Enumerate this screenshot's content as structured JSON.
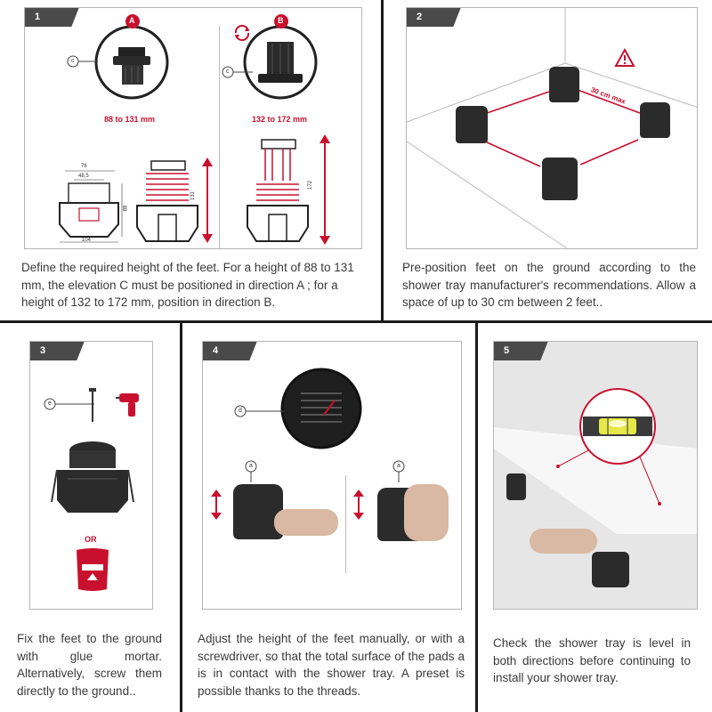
{
  "steps": [
    {
      "number": "1",
      "caption": "Define the required height of the feet. For a height of 88 to 131 mm, the elevation C must be positioned in direction A ; for a height of 132 to 172 mm, position in direction B.",
      "variant_a": {
        "letter": "A",
        "part_label": "c",
        "range": "88 to 131 mm"
      },
      "variant_b": {
        "letter": "B",
        "part_label": "c",
        "range": "132 to 172 mm"
      },
      "dimensions": {
        "top_width": "76",
        "inner_width": "48,5",
        "base_width": "104",
        "height_a": "88",
        "height_max_a": "131",
        "height_max_b": "172"
      }
    },
    {
      "number": "2",
      "caption": "Pre-position feet on the ground according to the shower tray manufacturer's recommendations. Allow a space of up to 30 cm between 2 feet..",
      "spacing_label": "30 cm max"
    },
    {
      "number": "3",
      "caption": "Fix the feet to the ground with glue mortar. Alternatively, screw them directly to the ground..",
      "part_label": "e",
      "or_label": "OR"
    },
    {
      "number": "4",
      "caption": "Adjust the height of the feet manually, or with a screwdriver, so that the total surface of the pads a is in contact with the shower tray. A preset is possible thanks to the threads.",
      "part_label_d": "d",
      "part_label_a1": "a",
      "part_label_a2": "a"
    },
    {
      "number": "5",
      "caption": "Check the shower tray is level in both directions before continuing to install your shower tray."
    }
  ],
  "colors": {
    "accent": "#c8102e",
    "badge": "#4a4a4a",
    "divider": "#1a1a1a",
    "foot": "#2b2b2b"
  }
}
